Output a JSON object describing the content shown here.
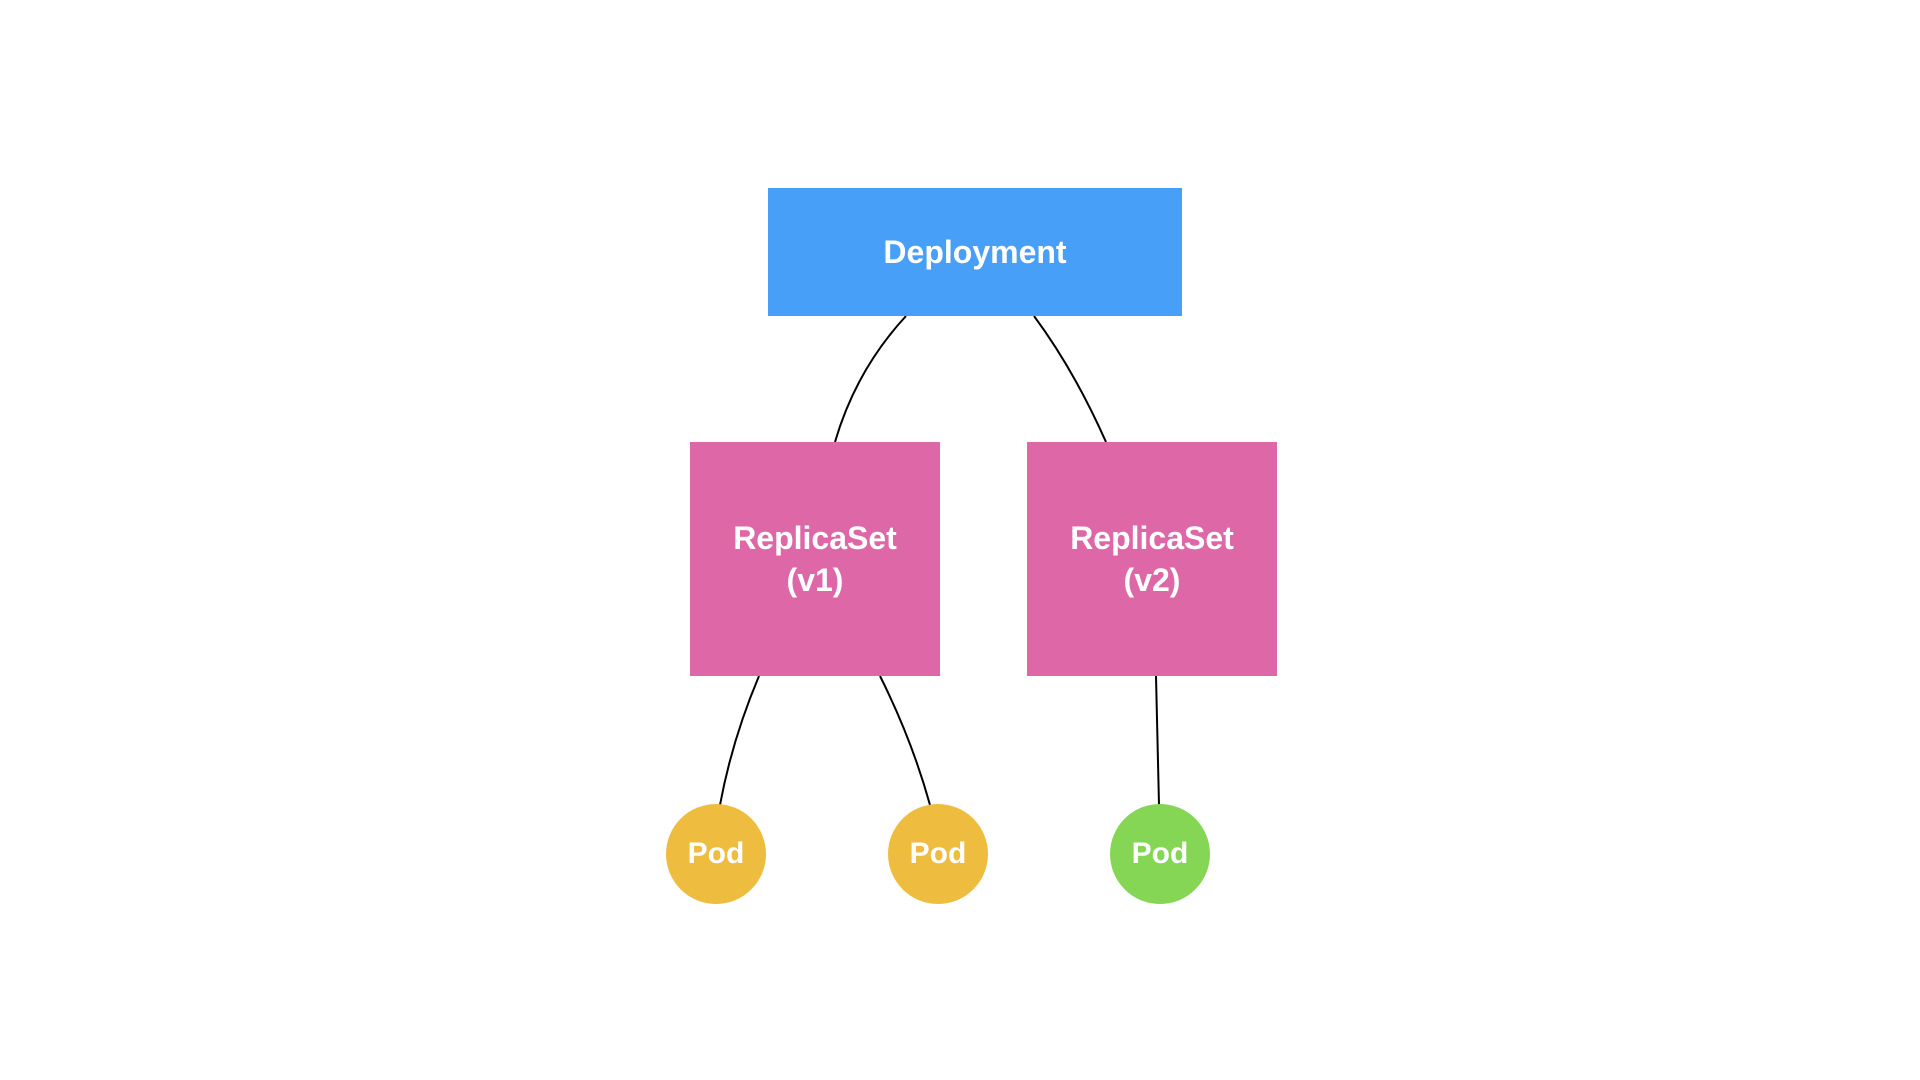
{
  "colors": {
    "deployment": "#489FF8",
    "replicaset": "#DE68A7",
    "pod_v1": "#EEBD40",
    "pod_v2": "#84D654",
    "connector": "#000000",
    "text": "#FFFFFF"
  },
  "deployment": {
    "label": "Deployment"
  },
  "replicasets": [
    {
      "name": "ReplicaSet",
      "version": "(v1)"
    },
    {
      "name": "ReplicaSet",
      "version": "(v2)"
    }
  ],
  "pods": [
    {
      "label": "Pod",
      "parent_version": "v1"
    },
    {
      "label": "Pod",
      "parent_version": "v1"
    },
    {
      "label": "Pod",
      "parent_version": "v2"
    }
  ]
}
